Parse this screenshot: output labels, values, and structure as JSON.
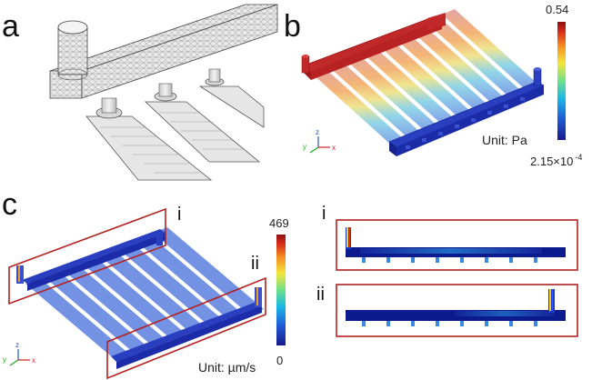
{
  "panels": {
    "a": {
      "label": "a"
    },
    "b": {
      "label": "b",
      "unit": "Unit: Pa",
      "scale_max": "0.54",
      "scale_min_mantissa": "2.15×10",
      "scale_min_exponent": "-4",
      "colormap": [
        "#1a1a8c",
        "#1e5bd6",
        "#1bb8e6",
        "#6ee08a",
        "#f4e63b",
        "#f58a22",
        "#d62a1a",
        "#8c1010"
      ]
    },
    "c": {
      "label": "c",
      "unit": "Unit: µm/s",
      "scale_max": "469",
      "scale_min": "0",
      "callout_i": "i",
      "callout_ii": "ii",
      "inset_i": "i",
      "inset_ii": "ii"
    }
  },
  "axes_triad": {
    "x": "x",
    "y": "y",
    "z": "z"
  },
  "colors": {
    "frame_red": "#b22222",
    "channel_blue": "#4a6fd8",
    "dark_blue": "#0b1a8c"
  }
}
